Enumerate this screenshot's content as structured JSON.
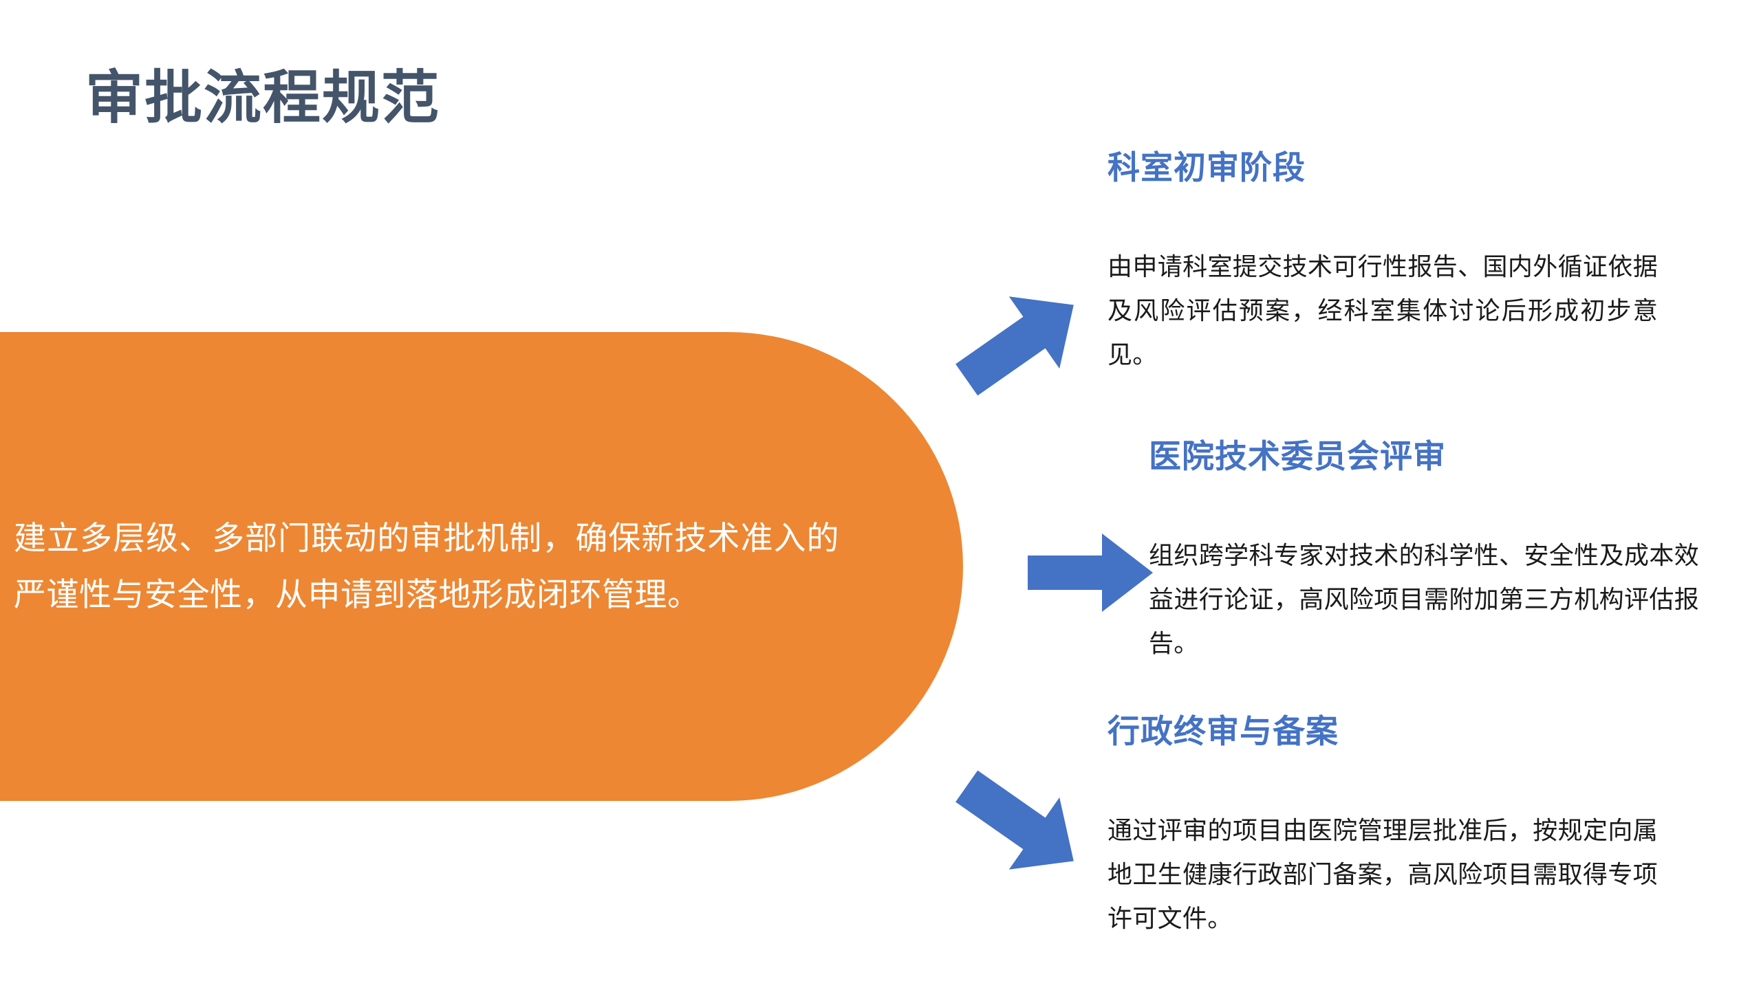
{
  "slide": {
    "title": "审批流程规范",
    "background_color": "#FFFFFF"
  },
  "colors": {
    "title_text": "#44546A",
    "panel_fill": "#ED8733",
    "panel_text": "#FFFFFF",
    "heading_blue": "#4472C4",
    "arrow_blue": "#4472C4",
    "body_text": "#1A1A1A"
  },
  "summary_panel": {
    "text": "建立多层级、多部门联动的审批机制，确保新技术准入的严谨性与安全性，从申请到落地形成闭环管理。"
  },
  "stages": [
    {
      "heading": "科室初审阶段",
      "body": "由申请科室提交技术可行性报告、国内外循证依据及风险评估预案，经科室集体讨论后形成初步意见。",
      "arrow": "arrow-up-right-icon"
    },
    {
      "heading": "医院技术委员会评审",
      "body": "组织跨学科专家对技术的科学性、安全性及成本效益进行论证，高风险项目需附加第三方机构评估报告。",
      "arrow": "arrow-right-icon"
    },
    {
      "heading": "行政终审与备案",
      "body": "通过评审的项目由医院管理层批准后，按规定向属地卫生健康行政部门备案，高风险项目需取得专项许可文件。",
      "arrow": "arrow-down-right-icon"
    }
  ]
}
